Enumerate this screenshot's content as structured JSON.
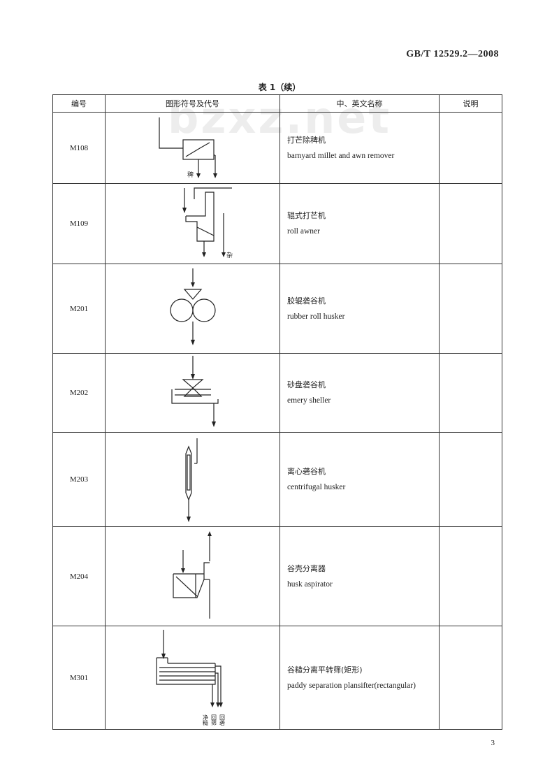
{
  "header": {
    "standard_no": "GB/T 12529.2—2008"
  },
  "watermark": "bzxz.net",
  "caption": "表 1（续）",
  "table": {
    "columns": [
      "编号",
      "图形符号及代号",
      "中、英文名称",
      "说明"
    ],
    "rows": [
      {
        "code": "M108",
        "zh": "打芒除稗机",
        "en": "barnyard millet and awn remover",
        "symbol_label": "稗",
        "note": ""
      },
      {
        "code": "M109",
        "zh": "辊式打芒机",
        "en": "roll awner",
        "symbol_label": "杂",
        "note": ""
      },
      {
        "code": "M201",
        "zh": "胶辊砻谷机",
        "en": "rubber roll husker",
        "note": ""
      },
      {
        "code": "M202",
        "zh": "砂盘砻谷机",
        "en": "emery sheller",
        "note": ""
      },
      {
        "code": "M203",
        "zh": "离心砻谷机",
        "en": "centrifugal husker",
        "note": ""
      },
      {
        "code": "M204",
        "zh": "谷壳分离器",
        "en": "husk aspirator",
        "note": ""
      },
      {
        "code": "M301",
        "zh": "谷糙分离平转筛(矩形)",
        "en": "paddy separation plansifter(rectangular)",
        "symbol_labels": [
          "净糙",
          "回筛",
          "回砻"
        ],
        "note": ""
      }
    ]
  },
  "page_number": "3"
}
